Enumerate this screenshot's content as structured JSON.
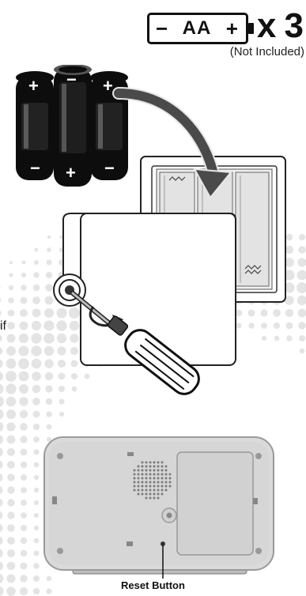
{
  "battery": {
    "minus": "−",
    "type": "AA",
    "plus": "+",
    "quantity": "x 3",
    "note": "(Not Included)"
  },
  "cells": [
    {
      "top": "+",
      "bottom": "−"
    },
    {
      "top": "−",
      "bottom": "+"
    },
    {
      "top": "+",
      "bottom": "−"
    }
  ],
  "cut_text": "if",
  "labels": {
    "reset_button": "Reset Button"
  },
  "colors": {
    "battery_body": "#0d0d0d",
    "battery_band": "#ffffff",
    "device_body": "#d9dad9",
    "background_dots": "#e6e6e6"
  }
}
